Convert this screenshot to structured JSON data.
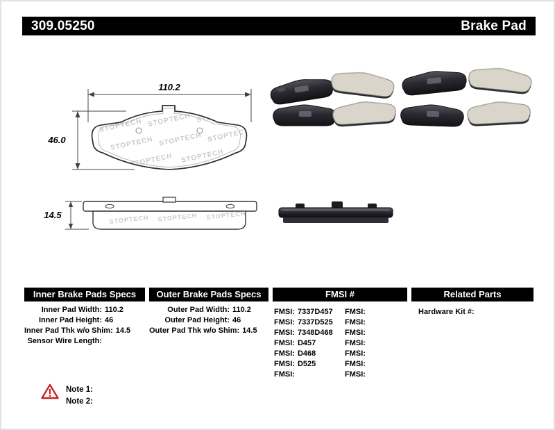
{
  "header": {
    "part_number": "309.05250",
    "product_title": "Brake Pad"
  },
  "diagram": {
    "watermark": "STOPTECH",
    "front_width_label": "110.2",
    "front_height_label": "46.0",
    "side_thickness_label": "14.5"
  },
  "colors": {
    "header_bg": "#000000",
    "warning_red": "#cc2222",
    "drawing_line": "#444444"
  },
  "icons": {
    "warning": "warning-triangle-icon"
  },
  "spec_tables": {
    "inner": {
      "title": "Inner Brake Pads Specs",
      "rows": [
        {
          "label": "Inner Pad Width:",
          "value": "110.2"
        },
        {
          "label": "Inner Pad Height:",
          "value": "46"
        },
        {
          "label": "Inner Pad Thk w/o Shim:",
          "value": "14.5"
        },
        {
          "label": "Sensor Wire Length:",
          "value": ""
        }
      ]
    },
    "outer": {
      "title": "Outer Brake Pads Specs",
      "rows": [
        {
          "label": "Outer Pad Width:",
          "value": "110.2"
        },
        {
          "label": "Outer Pad Height:",
          "value": "46"
        },
        {
          "label": "Outer Pad Thk w/o Shim:",
          "value": "14.5"
        }
      ]
    },
    "fmsi": {
      "title": "FMSI #",
      "row_label": "FMSI:",
      "rows": [
        {
          "left_value": "7337D457",
          "right_value": ""
        },
        {
          "left_value": "7337D525",
          "right_value": ""
        },
        {
          "left_value": "7348D468",
          "right_value": ""
        },
        {
          "left_value": "D457",
          "right_value": ""
        },
        {
          "left_value": "D468",
          "right_value": ""
        },
        {
          "left_value": "D525",
          "right_value": ""
        },
        {
          "left_value": "",
          "right_value": ""
        }
      ]
    },
    "related": {
      "title": "Related Parts",
      "rows": [
        {
          "label": "Hardware Kit #:",
          "value": ""
        }
      ]
    }
  },
  "notes": {
    "items": [
      {
        "label": "Note 1:"
      },
      {
        "label": "Note 2:"
      }
    ]
  }
}
